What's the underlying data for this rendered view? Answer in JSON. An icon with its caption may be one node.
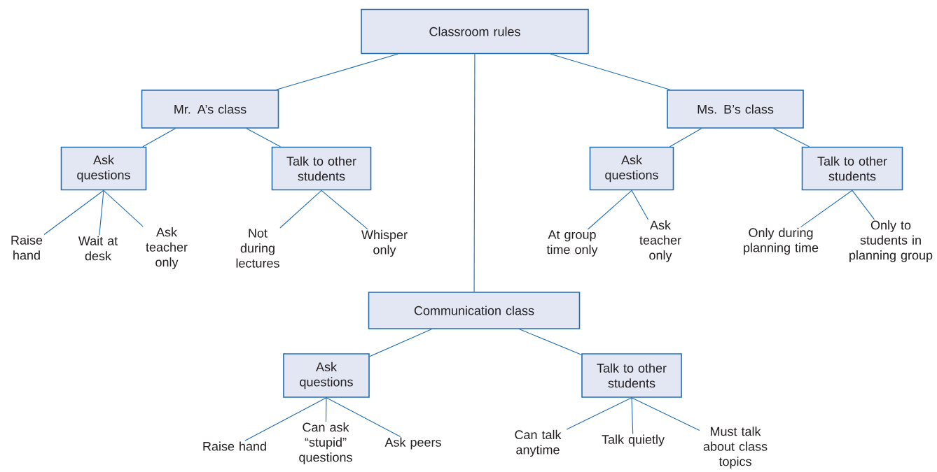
{
  "diagram": {
    "nodes": [
      {
        "text": [
          "Classroom rules"
        ]
      },
      {
        "text": [
          "Mr. A’s class"
        ]
      },
      {
        "text": [
          "Ms. B’s class"
        ]
      },
      {
        "text": [
          "Ask questions"
        ]
      },
      {
        "text": [
          "Talk to other students"
        ]
      },
      {
        "text": [
          "Raise hand"
        ]
      },
      {
        "text": [
          "Wait at desk"
        ]
      },
      {
        "text": [
          "Ask teacher only"
        ]
      },
      {
        "text": [
          "Not during lectures"
        ]
      },
      {
        "text": [
          "Whisper only"
        ]
      },
      {
        "text": [
          "Ask questions"
        ]
      },
      {
        "text": [
          "Talk to other students"
        ]
      },
      {
        "text": [
          "At group time only"
        ]
      },
      {
        "text": [
          "Ask teacher only"
        ]
      },
      {
        "text": [
          "Only during planning time"
        ]
      },
      {
        "text": [
          "Only to students in planning group"
        ]
      },
      {
        "text": [
          "Communication class"
        ]
      },
      {
        "text": [
          "Ask questions"
        ]
      },
      {
        "text": [
          "Talk to other students"
        ]
      },
      {
        "text": [
          "Raise hand"
        ]
      },
      {
        "text": [
          "Can ask “stupid” questions"
        ]
      },
      {
        "text": [
          "Ask peers"
        ]
      },
      {
        "text": [
          "Can talk anytime"
        ]
      },
      {
        "text": [
          "Talk quietly"
        ]
      },
      {
        "text": [
          "Must talk about class topics"
        ]
      }
    ],
    "edges": [
      {
        "from": 0,
        "to": 1,
        "arrow": "none"
      },
      {
        "from": 0,
        "to": 2,
        "arrow": "none"
      },
      {
        "from": 0,
        "to": 16,
        "arrow": "none"
      },
      {
        "from": 1,
        "to": 3,
        "arrow": "none"
      },
      {
        "from": 1,
        "to": 4,
        "arrow": "none"
      },
      {
        "from": 3,
        "to": 5,
        "arrow": "none"
      },
      {
        "from": 3,
        "to": 6,
        "arrow": "none"
      },
      {
        "from": 3,
        "to": 7,
        "arrow": "none"
      },
      {
        "from": 4,
        "to": 8,
        "arrow": "none"
      },
      {
        "from": 4,
        "to": 9,
        "arrow": "none"
      },
      {
        "from": 2,
        "to": 10,
        "arrow": "none"
      },
      {
        "from": 2,
        "to": 11,
        "arrow": "none"
      },
      {
        "from": 10,
        "to": 12,
        "arrow": "none"
      },
      {
        "from": 10,
        "to": 13,
        "arrow": "none"
      },
      {
        "from": 11,
        "to": 14,
        "arrow": "none"
      },
      {
        "from": 11,
        "to": 15,
        "arrow": "none"
      },
      {
        "from": 16,
        "to": 17,
        "arrow": "none"
      },
      {
        "from": 16,
        "to": 18,
        "arrow": "none"
      },
      {
        "from": 17,
        "to": 19,
        "arrow": "none"
      },
      {
        "from": 17,
        "to": 20,
        "arrow": "none"
      },
      {
        "from": 17,
        "to": 21,
        "arrow": "none"
      },
      {
        "from": 18,
        "to": 22,
        "arrow": "none"
      },
      {
        "from": 18,
        "to": 23,
        "arrow": "none"
      },
      {
        "from": 18,
        "to": 24,
        "arrow": "none"
      }
    ]
  }
}
